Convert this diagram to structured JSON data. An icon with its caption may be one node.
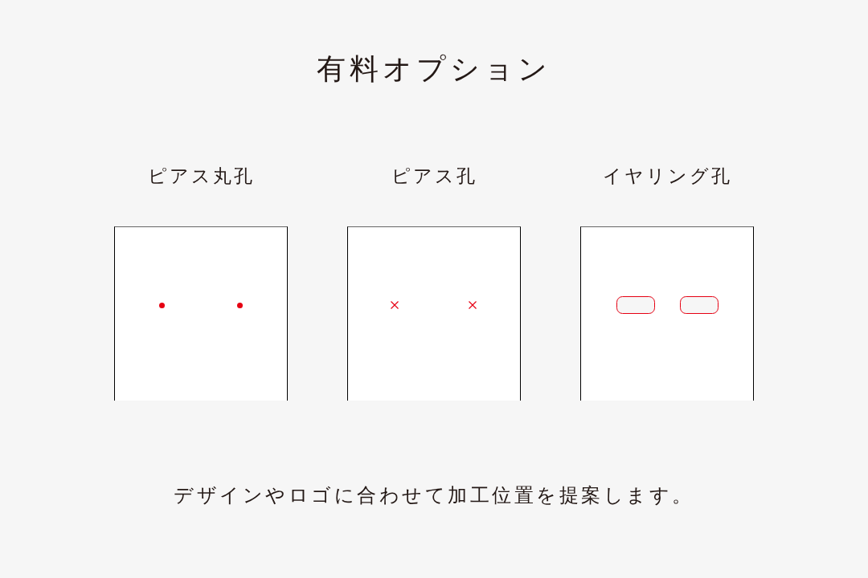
{
  "diagram": {
    "title": "有料オプション",
    "nodes": [
      {
        "text": [
          "ピアス丸孔"
        ]
      },
      {
        "text": [
          "ピアス孔"
        ]
      },
      {
        "text": [
          "イヤリング孔"
        ]
      }
    ],
    "edges": [],
    "caption": "デザインやロゴに合わせて加工位置を提案します。"
  }
}
